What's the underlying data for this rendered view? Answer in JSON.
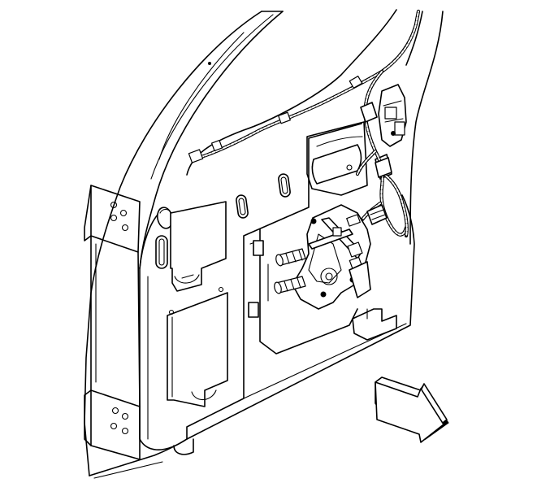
{
  "figure": {
    "subject": "door-inner-panel-with-window-regulator",
    "colors": {
      "line": "#000000",
      "background": "#ffffff",
      "arrow_shade": "#000000"
    },
    "direction_arrow": {
      "icon": "view-direction-arrow",
      "points_toward": "front-of-vehicle"
    }
  }
}
